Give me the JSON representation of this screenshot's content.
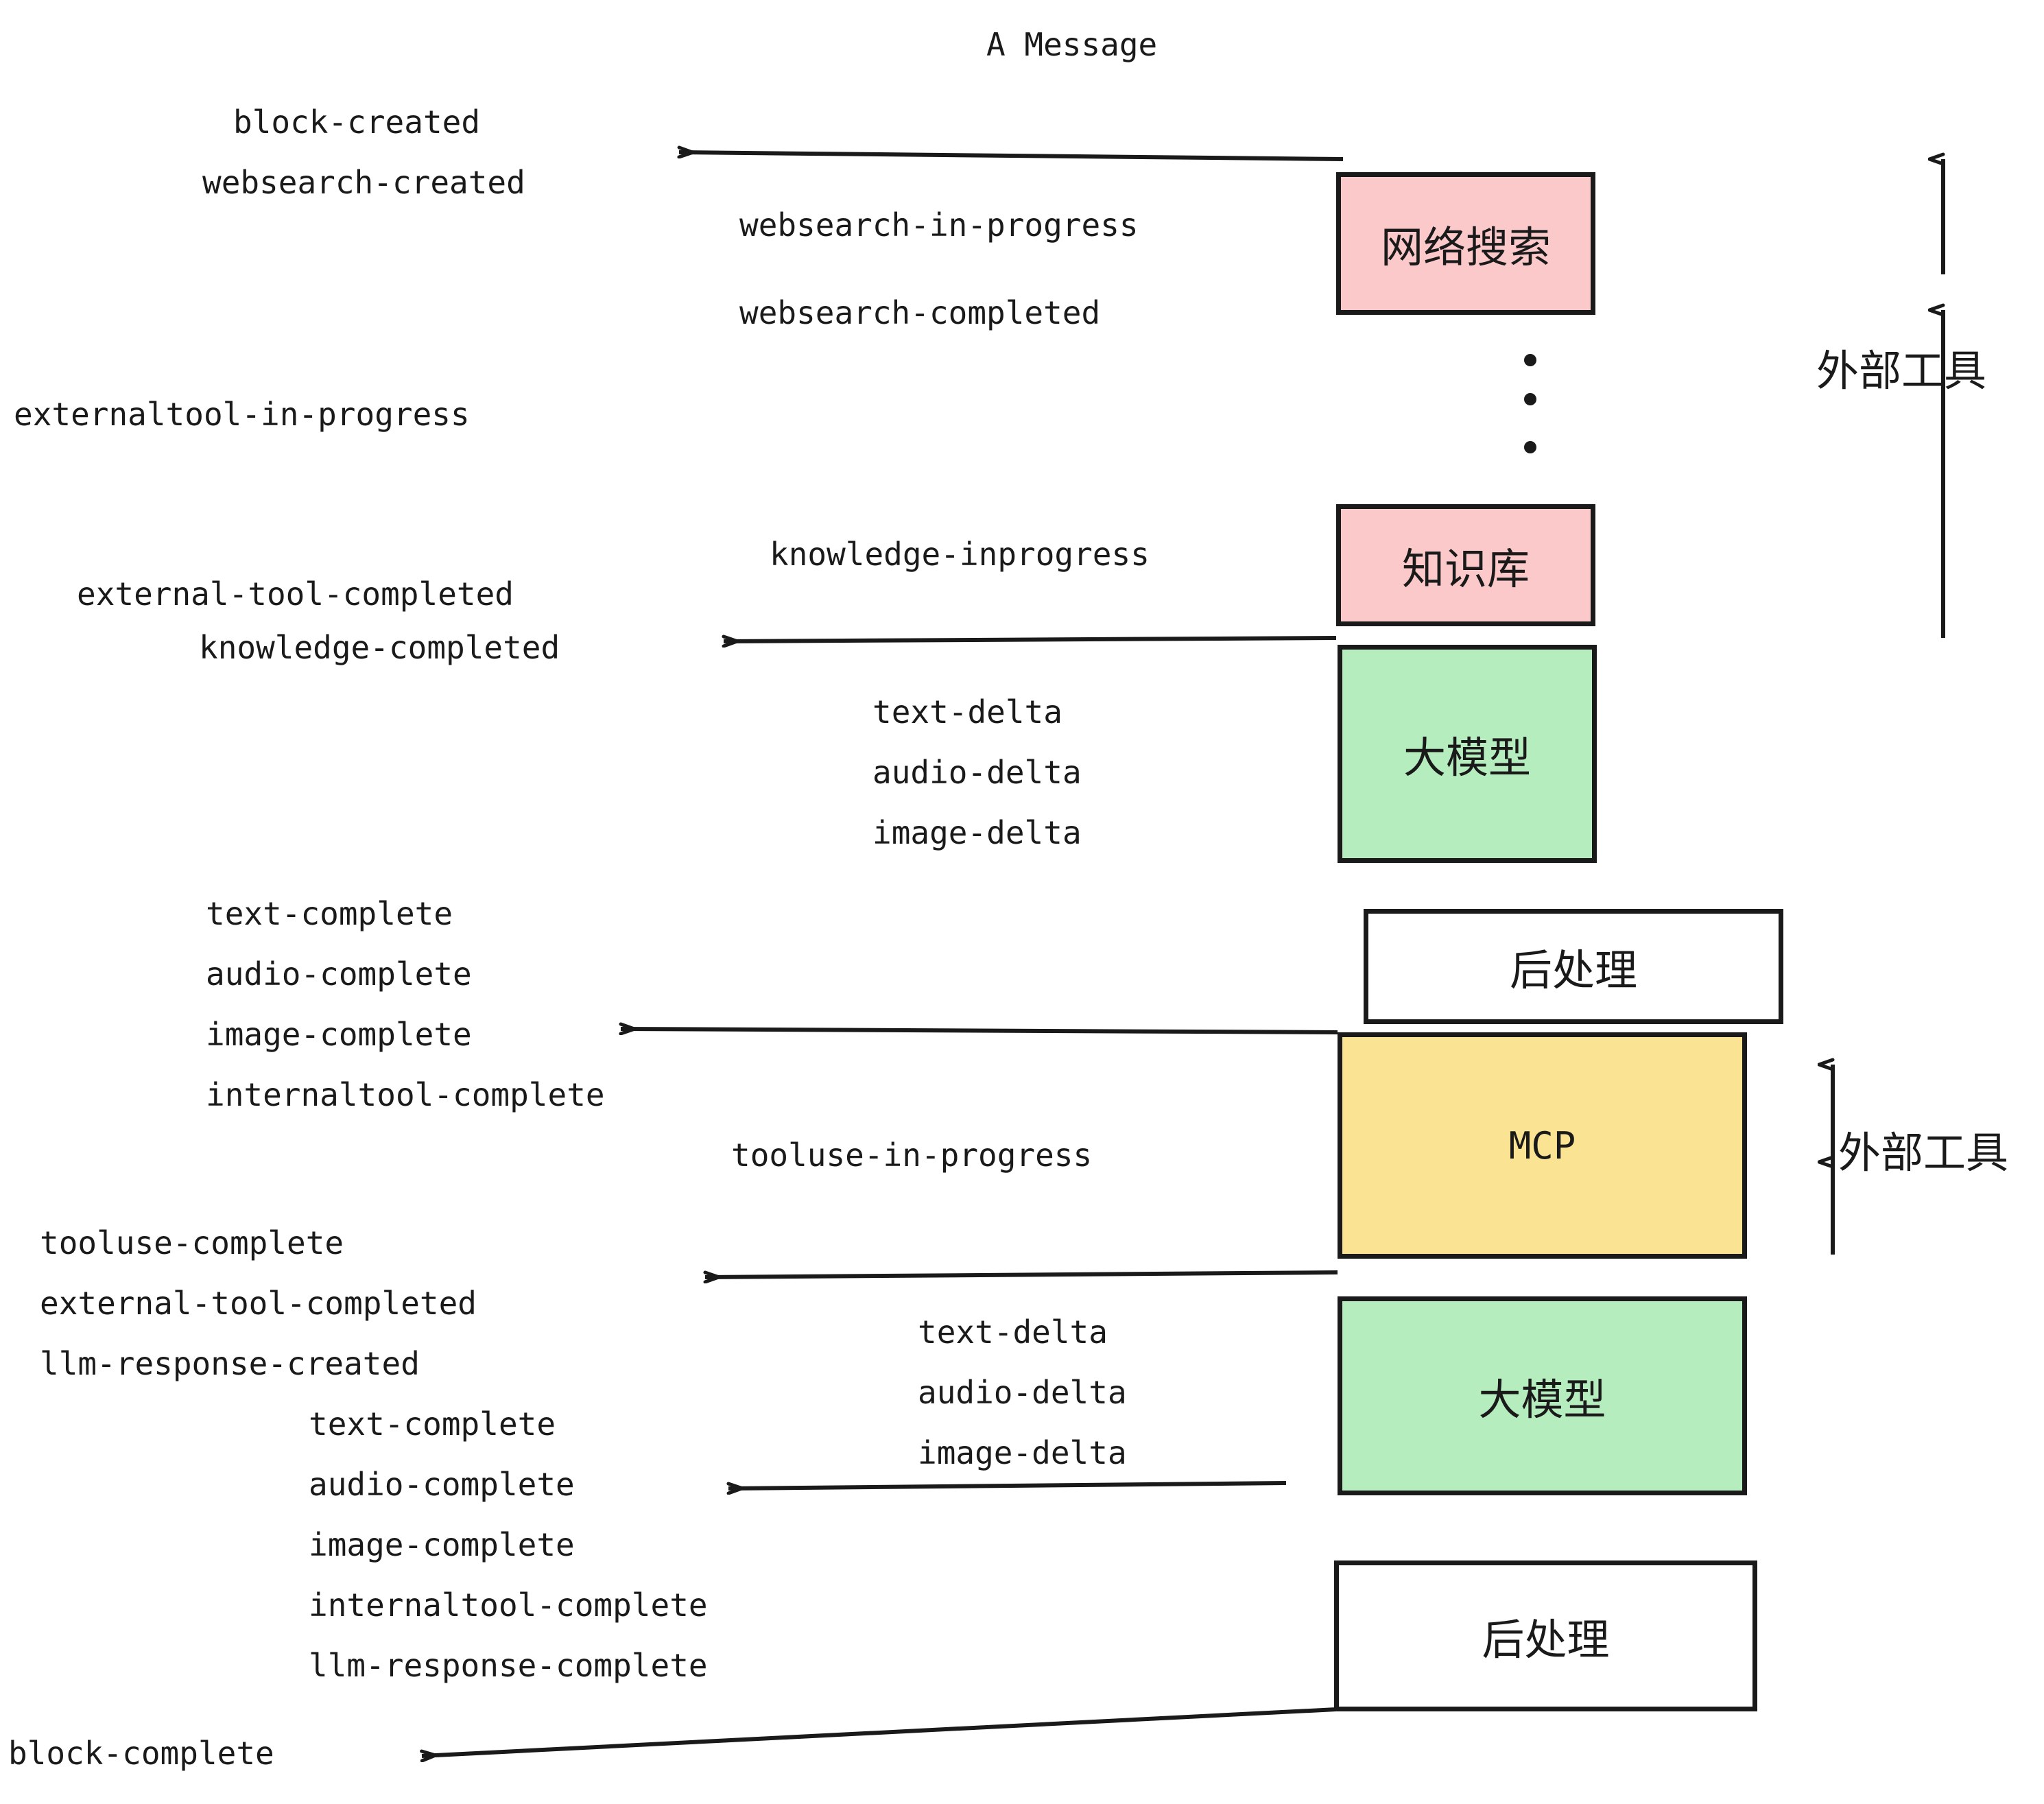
{
  "title": "A Message",
  "colors": {
    "pink": "#FBC9C9",
    "green": "#B6EDBF",
    "yellow": "#FAE392",
    "white": "#FFFFFF",
    "stroke": "#1A1A1A",
    "background": "#FFFFFF"
  },
  "boxes": [
    {
      "id": "websearch",
      "label": "网络搜索",
      "fill": "#FBC9C9"
    },
    {
      "id": "knowledge",
      "label": "知识库",
      "fill": "#FBC9C9"
    },
    {
      "id": "llm-1",
      "label": "大模型",
      "fill": "#B6EDBF"
    },
    {
      "id": "postproc-1",
      "label": "后处理",
      "fill": "#FFFFFF"
    },
    {
      "id": "mcp",
      "label": "MCP",
      "fill": "#FAE392"
    },
    {
      "id": "llm-2",
      "label": "大模型",
      "fill": "#B6EDBF"
    },
    {
      "id": "postproc-2",
      "label": "后处理",
      "fill": "#FFFFFF"
    }
  ],
  "side_labels": [
    {
      "id": "external-tools-top",
      "text": "外部工具"
    },
    {
      "id": "external-tools-bottom",
      "text": "外部工具"
    }
  ],
  "event_labels": [
    {
      "id": "block-created",
      "text": "block-created"
    },
    {
      "id": "websearch-created",
      "text": "websearch-created"
    },
    {
      "id": "websearch-in-progress",
      "text": "websearch-in-progress"
    },
    {
      "id": "websearch-completed",
      "text": "websearch-completed"
    },
    {
      "id": "externaltool-in-progress",
      "text": "externaltool-in-progress"
    },
    {
      "id": "knowledge-inprogress",
      "text": "knowledge-inprogress"
    },
    {
      "id": "external-tool-completed-1",
      "text": "external-tool-completed"
    },
    {
      "id": "knowledge-completed",
      "text": "knowledge-completed"
    },
    {
      "id": "text-delta-1",
      "text": "text-delta"
    },
    {
      "id": "audio-delta-1",
      "text": "audio-delta"
    },
    {
      "id": "image-delta-1",
      "text": "image-delta"
    },
    {
      "id": "text-complete-1",
      "text": "text-complete"
    },
    {
      "id": "audio-complete-1",
      "text": "audio-complete"
    },
    {
      "id": "image-complete-1",
      "text": "image-complete"
    },
    {
      "id": "internaltool-complete-1",
      "text": "internaltool-complete"
    },
    {
      "id": "tooluse-in-progress",
      "text": "tooluse-in-progress"
    },
    {
      "id": "tooluse-complete",
      "text": "tooluse-complete"
    },
    {
      "id": "external-tool-completed-2",
      "text": "external-tool-completed"
    },
    {
      "id": "llm-response-created",
      "text": "llm-response-created"
    },
    {
      "id": "text-delta-2",
      "text": "text-delta"
    },
    {
      "id": "audio-delta-2",
      "text": "audio-delta"
    },
    {
      "id": "image-delta-2",
      "text": "image-delta"
    },
    {
      "id": "text-complete-2",
      "text": "text-complete"
    },
    {
      "id": "audio-complete-2",
      "text": "audio-complete"
    },
    {
      "id": "image-complete-2",
      "text": "image-complete"
    },
    {
      "id": "internaltool-complete-2",
      "text": "internaltool-complete"
    },
    {
      "id": "llm-response-complete",
      "text": "llm-response-complete"
    },
    {
      "id": "block-complete",
      "text": "block-complete"
    }
  ],
  "ellipsis": {
    "id": "vertical-ellipsis",
    "dots": 3
  }
}
